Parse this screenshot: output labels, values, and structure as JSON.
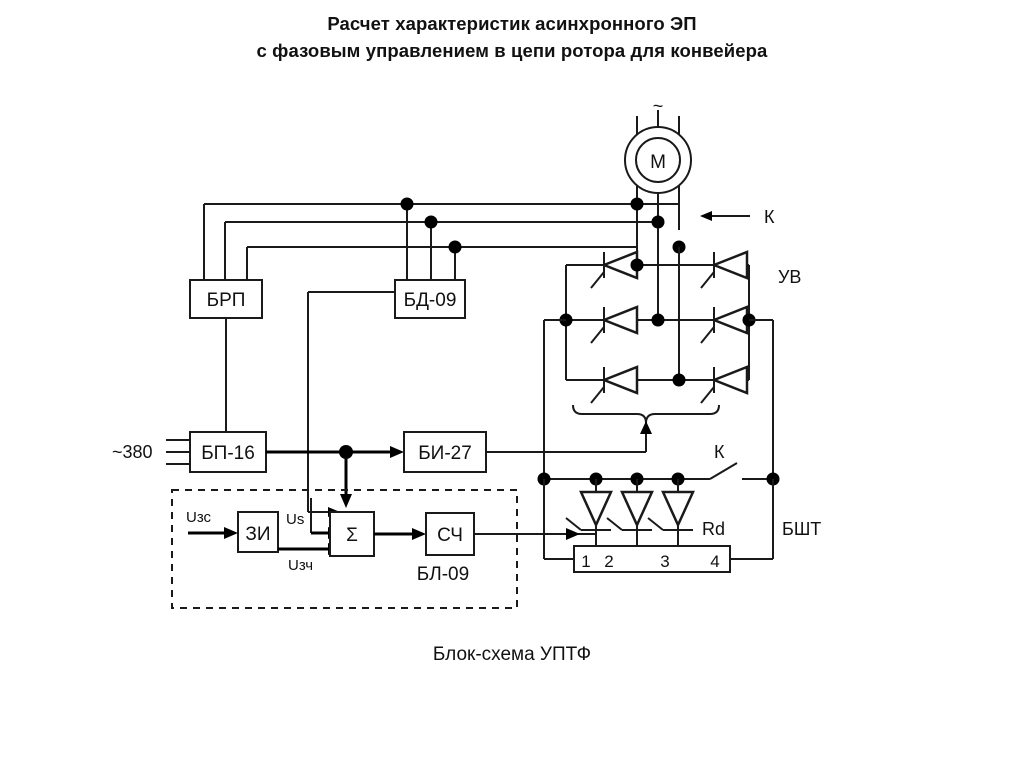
{
  "title": {
    "line1": "Расчет характеристик асинхронного ЭП",
    "line2": "с фазовым управлением в цепи ротора для конвейера"
  },
  "caption": "Блок-схема УПТФ",
  "blocks": {
    "brp": "БРП",
    "bd09": "БД-09",
    "bp16": "БП-16",
    "bi27": "БИ-27",
    "zi": "ЗИ",
    "sum": "Σ",
    "sch": "СЧ"
  },
  "labels": {
    "supply": "~380",
    "motor": "M",
    "motor_ac": "~",
    "rectifier": "УВ",
    "contactor_top": "К",
    "contactor_bottom": "К",
    "bsht": "БШТ",
    "bl09": "БЛ-09",
    "rd": "Rd",
    "u_zs": "Uзс",
    "u_s": "Us",
    "u_zch": "Uзч"
  },
  "resistor_terminals": [
    "1",
    "2",
    "3",
    "4"
  ],
  "colors": {
    "line": "#1a1a1a",
    "text": "#111111",
    "background": "#ffffff",
    "node": "#000000"
  }
}
